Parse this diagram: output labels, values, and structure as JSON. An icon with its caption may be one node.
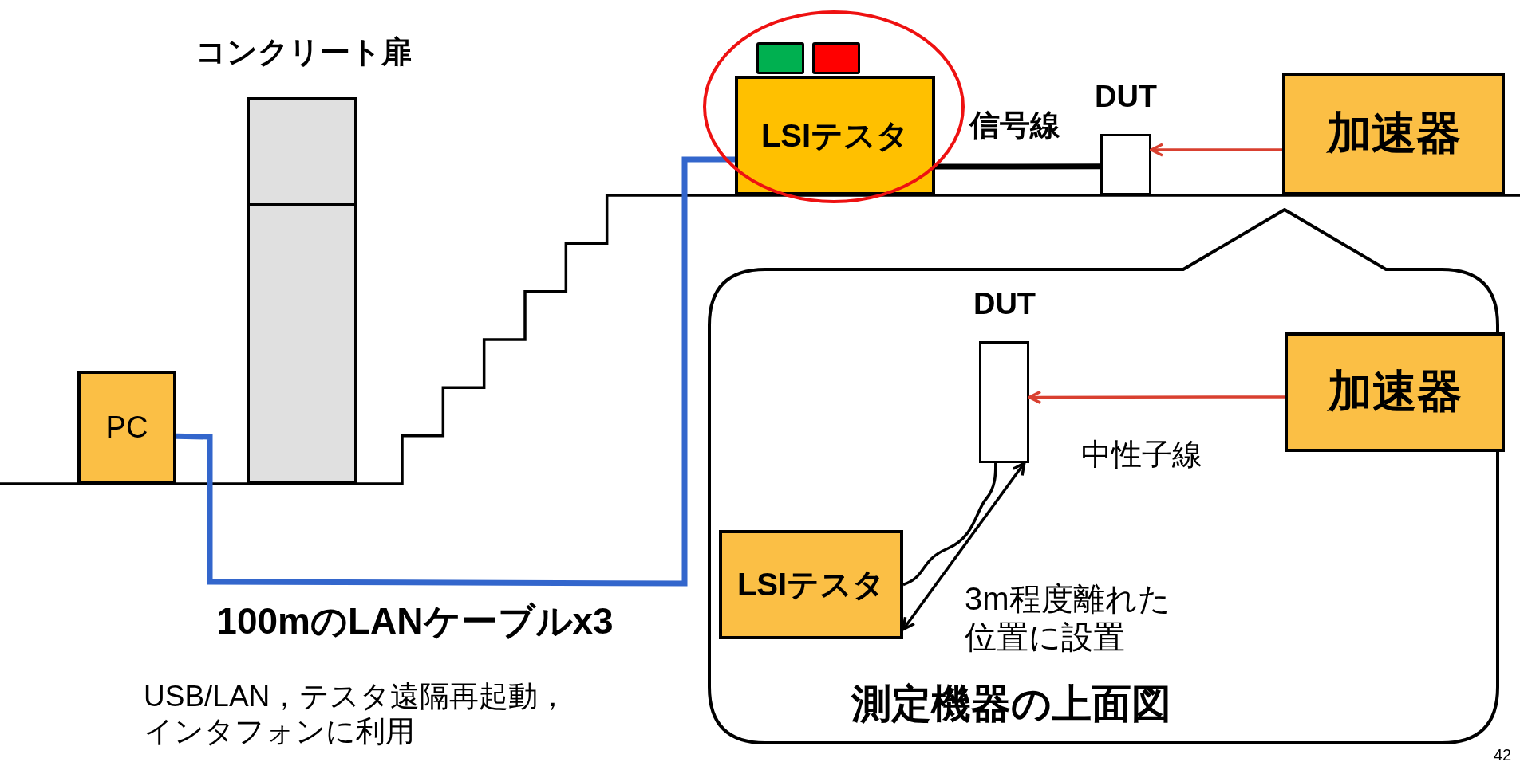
{
  "diagram": {
    "nodes": [
      {
        "text": [
          "コンクリート扉"
        ]
      },
      {
        "text": [
          "PC"
        ]
      },
      {
        "text": [
          "LSIテスタ"
        ]
      },
      {
        "text": [
          "DUT"
        ]
      },
      {
        "text": [
          "加速器"
        ]
      },
      {
        "text": [
          "測定機器の上面図"
        ]
      },
      {
        "text": [
          "DUT"
        ],
        "in": 5
      },
      {
        "text": [
          "加速器"
        ],
        "in": 5
      },
      {
        "text": [
          "LSIテスタ"
        ],
        "in": 5
      }
    ],
    "edges": [
      {
        "from": 1,
        "to": 2,
        "arrow": "none",
        "style": "thick",
        "color": "#3366cc"
      },
      {
        "from": 2,
        "to": 3,
        "arrow": "none",
        "label": "信号線",
        "style": "thick"
      },
      {
        "from": 4,
        "to": 3,
        "arrow": "to",
        "color": "#d94030"
      },
      {
        "from": 7,
        "to": 6,
        "arrow": "to",
        "label": "中性子線",
        "color": "#d94030"
      },
      {
        "from": 8,
        "to": 6,
        "arrow": "none"
      },
      {
        "from": 8,
        "to": 6,
        "arrow": "both"
      }
    ],
    "labels": [
      "100mのLANケーブルx3",
      "USB/LAN，テスタ遠隔再起動，インタフォンに利用",
      "3m程度離れた位置に設置",
      "42"
    ]
  }
}
